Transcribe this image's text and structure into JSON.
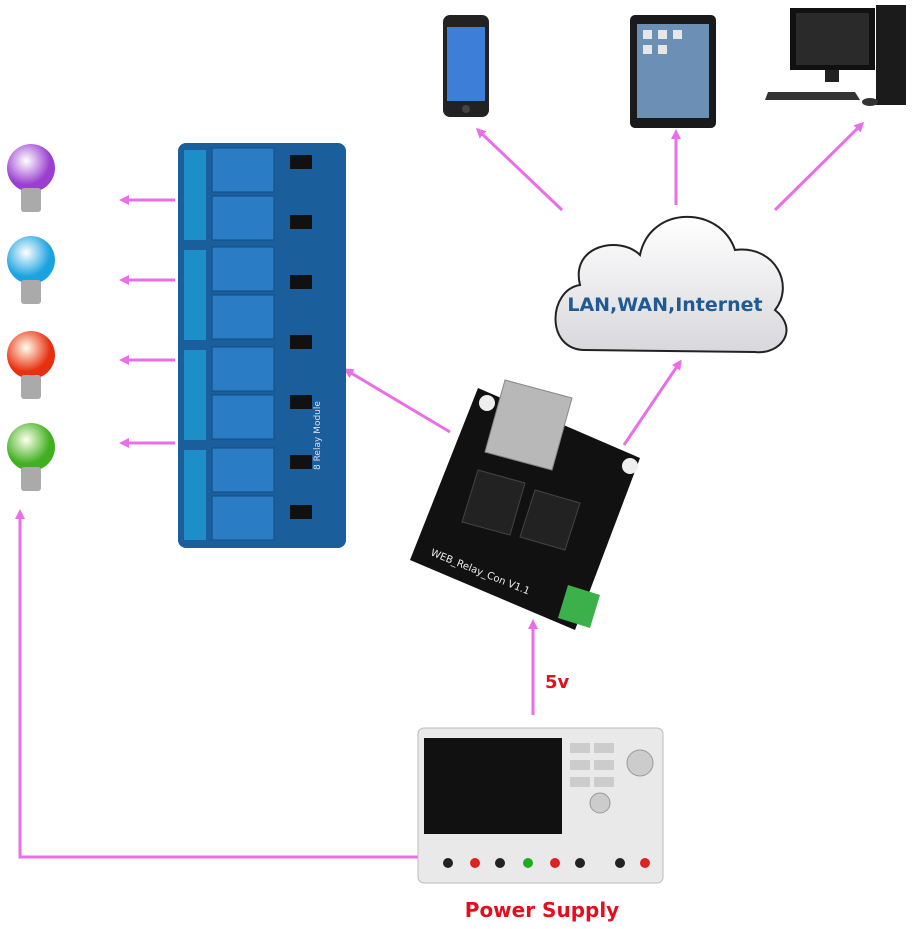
{
  "cloud": {
    "label": "LAN,WAN,Internet"
  },
  "power": {
    "voltage_label": "5v",
    "label": "Power Supply"
  },
  "board": {
    "silkscreen": "WEB_Relay_Con V1.1"
  },
  "relay_module": {
    "silkscreen": "8 Relay Module"
  },
  "devices": [
    "smartphone-icon",
    "tablet-icon",
    "desktop-computer-icon"
  ],
  "bulbs": [
    "purple",
    "blue",
    "red",
    "green"
  ],
  "colors": {
    "arrow": "#ea6ee8",
    "cloud_text": "#1f5a93",
    "label_red": "#e0101c",
    "relay_board": "#1a5e9c",
    "relay": "#2a7cc4",
    "controller_board": "#111111"
  }
}
